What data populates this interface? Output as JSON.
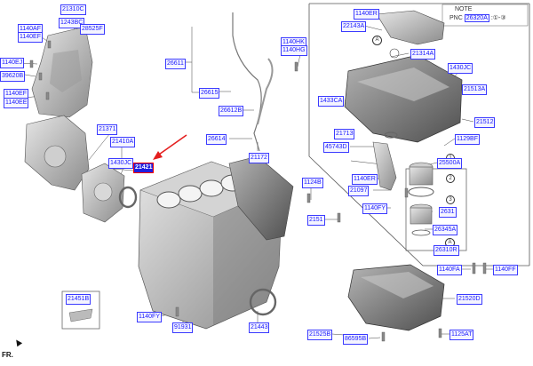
{
  "labels": {
    "l21310C": "21310C",
    "l1243BC": "1243BC",
    "l28525F": "28525F",
    "l1140AF": "1140AF",
    "l1140EF_tl": "1140EF",
    "l1140EJ": "1140EJ",
    "l39620B": "39620B",
    "l1140EF_l2": "1140EF",
    "l1140EE": "1140EE",
    "l21371": "21371",
    "l21410A": "21410A",
    "l1430JC": "1430JC",
    "l21421": "21421",
    "l26611": "26611",
    "l26615": "26615",
    "l26612B": "26612B",
    "l26614": "26614",
    "l21172": "21172",
    "l1140HK": "1140HK",
    "l1140HG": "1140HG",
    "l1140ER": "1140ER",
    "l22143A": "22143A",
    "l21314A": "21314A",
    "l1430JC_r": "1430JC",
    "l21513A": "21513A",
    "l1433CA": "1433CA",
    "l21512": "21512",
    "l21713": "21713",
    "l45743D": "45743D",
    "l1129BF": "1129BF",
    "l25500A": "25500A",
    "l1140ER_m": "1140ER",
    "l21097": "21097",
    "l1124B": "1124B",
    "l2151_": "2151",
    "l1140FY": "1140FY",
    "l26311": "2631",
    "l26345A": "26345A",
    "l26310R": "26310R",
    "l21451B": "21451B",
    "l1140FY_b": "1140FY",
    "l91931": "91931",
    "l21443": "21443",
    "l1140FA": "1140FA",
    "l1140FF": "1140FF",
    "l21520D": "21520D",
    "l21525B": "21525B",
    "l86595B": "86595B",
    "l1125AT": "1125AT"
  },
  "note": {
    "title": "NOTE",
    "pnc_prefix": "PNC",
    "pnc_ref": "26320A",
    "pnc_suffix": ":①-③"
  },
  "callouts": {
    "a1": "A",
    "a2": "A",
    "c1": "1",
    "c2": "2",
    "c3": "3"
  },
  "fr_text": "FR.",
  "colors": {
    "label_border": "#3b3bff",
    "label_text": "#1a1aff",
    "highlight_fill": "#1f1fe0",
    "arrow": "#e41f1f"
  },
  "selected_part": "21421"
}
